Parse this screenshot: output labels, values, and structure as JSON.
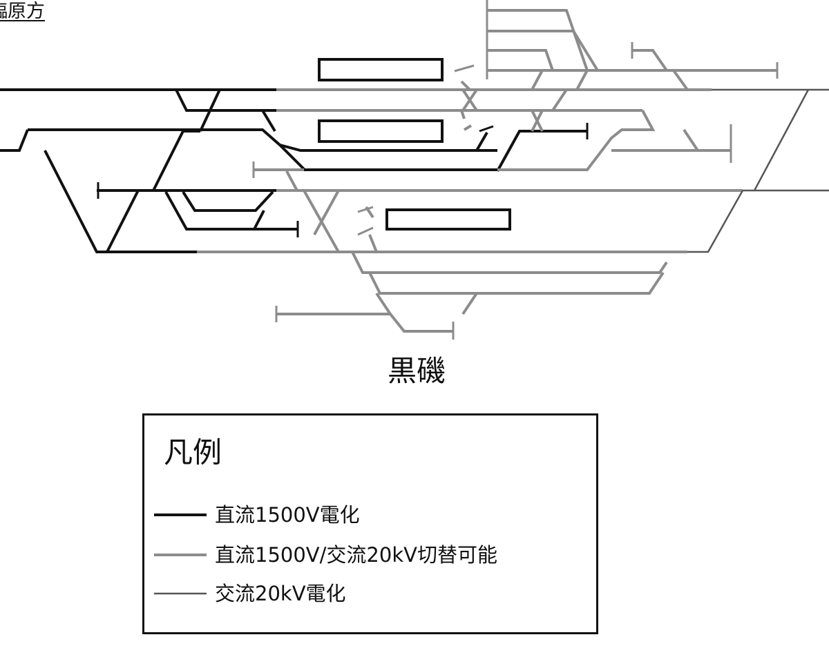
{
  "direction_label": "臨原方",
  "station_name": "黒磯",
  "legend": {
    "title": "凡例",
    "items": [
      {
        "label": "直流1500V電化",
        "color": "#111111",
        "kind": "dc"
      },
      {
        "label": "直流1500V/交流20kV切替可能",
        "color": "#8c8c8c",
        "kind": "switchable"
      },
      {
        "label": "交流20kV電化",
        "color": "#555555",
        "kind": "ac"
      }
    ]
  },
  "colors": {
    "dc_track": "#111111",
    "switchable_track": "#8c8c8c",
    "ac_track": "#555555",
    "platform_border": "#111111"
  }
}
